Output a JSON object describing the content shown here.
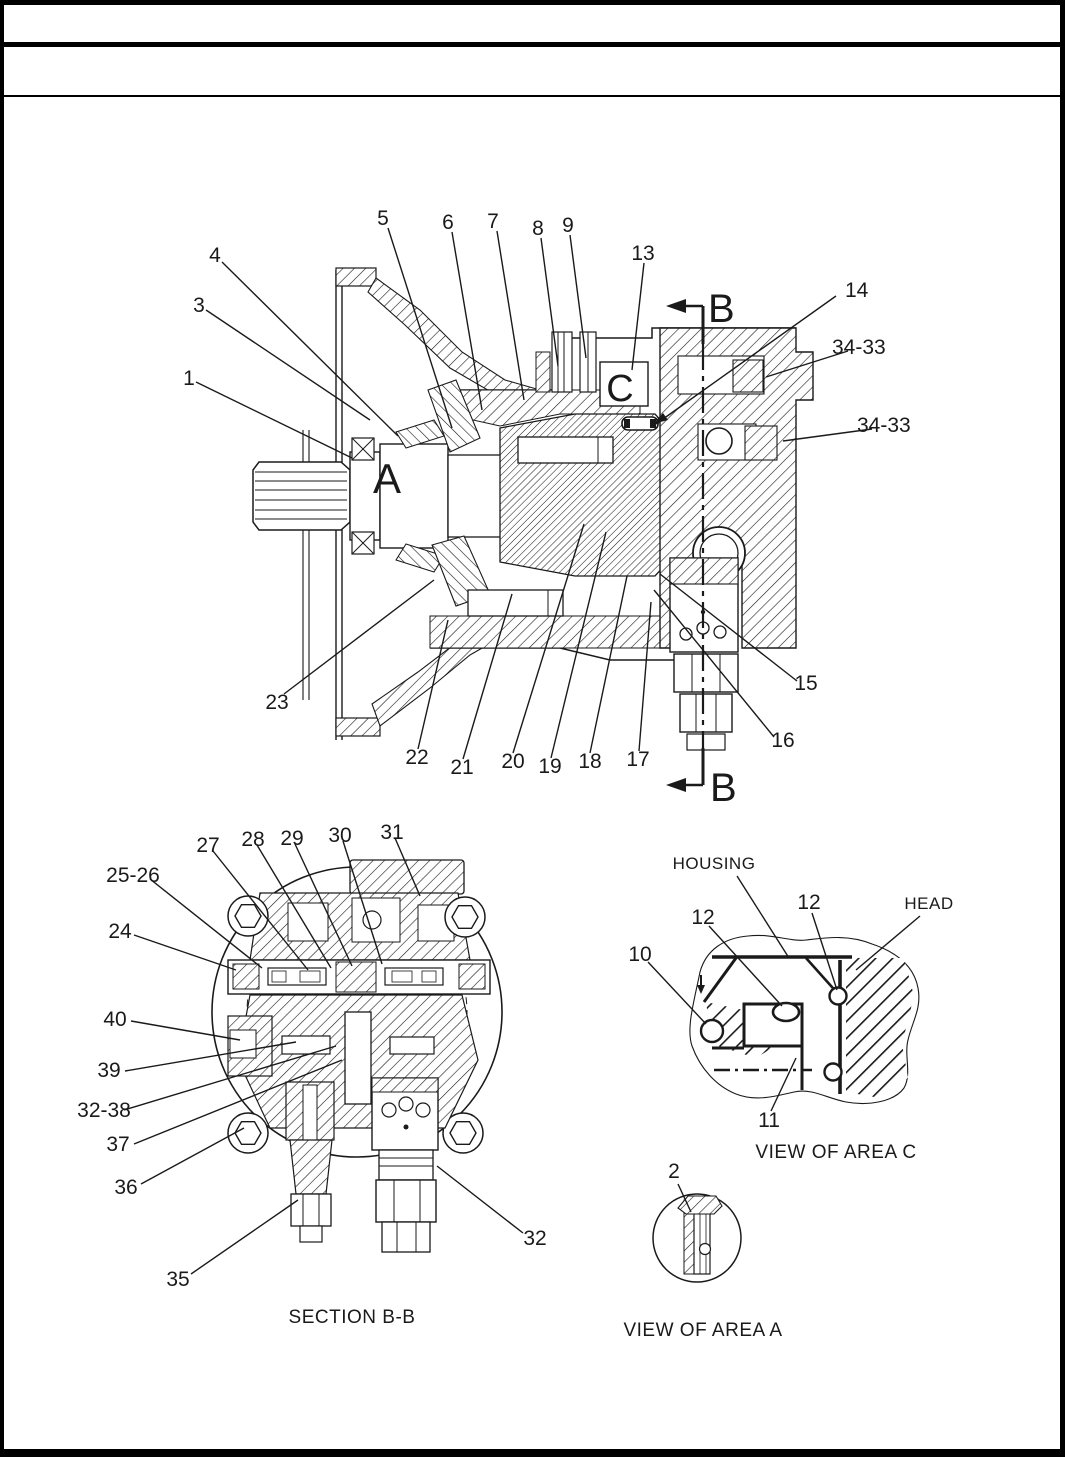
{
  "page": {
    "background": "#ffffff",
    "ink": "#1a1a1a"
  },
  "main_view": {
    "marker_a": "A",
    "marker_c": "C",
    "marker_b_top": "B",
    "marker_b_bottom": "B",
    "callouts": [
      "1",
      "3",
      "4",
      "5",
      "6",
      "7",
      "8",
      "9",
      "13",
      "14",
      "34-33",
      "34-33",
      "15",
      "16",
      "17",
      "18",
      "19",
      "20",
      "21",
      "22",
      "23"
    ]
  },
  "section_bb": {
    "caption": "SECTION B-B",
    "callouts": [
      "27",
      "28",
      "29",
      "30",
      "31",
      "25-26",
      "24",
      "40",
      "39",
      "32-38",
      "37",
      "36",
      "35",
      "32"
    ]
  },
  "view_area_c": {
    "caption": "VIEW OF AREA C",
    "housing_label": "HOUSING",
    "head_label": "HEAD",
    "callouts": [
      "10",
      "11",
      "12",
      "12"
    ]
  },
  "view_area_a": {
    "caption": "VIEW OF AREA A",
    "callouts": [
      "2"
    ]
  }
}
